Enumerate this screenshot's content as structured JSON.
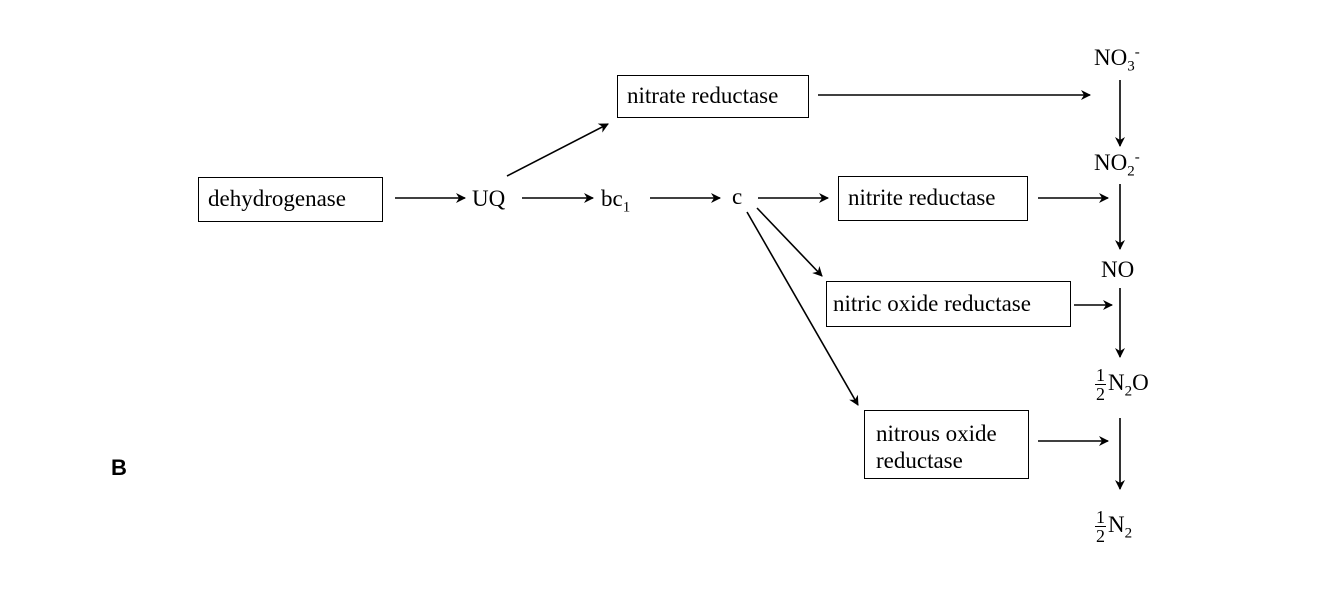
{
  "panel_label": "B",
  "enzymes": {
    "dehydrogenase": "dehydrogenase",
    "nitrate_reductase": "nitrate reductase",
    "nitrite_reductase": "nitrite reductase",
    "nitric_oxide_reductase": "nitric oxide reductase",
    "nitrous_oxide_reductase_line1": "nitrous oxide",
    "nitrous_oxide_reductase_line2": "reductase"
  },
  "carriers": {
    "uq": "UQ",
    "bc1_base": "bc",
    "bc1_sub": "1",
    "c": "c"
  },
  "species": {
    "nitrate": {
      "base": "NO",
      "sub": "3",
      "sup": "-"
    },
    "nitrite": {
      "base": "NO",
      "sub": "2",
      "sup": "-"
    },
    "no": {
      "base": "NO"
    },
    "n2o": {
      "coef_num": "1",
      "coef_den": "2",
      "base": "N",
      "sub": "2",
      "tail": "O"
    },
    "n2": {
      "coef_num": "1",
      "coef_den": "2",
      "base": "N",
      "sub": "2"
    }
  }
}
